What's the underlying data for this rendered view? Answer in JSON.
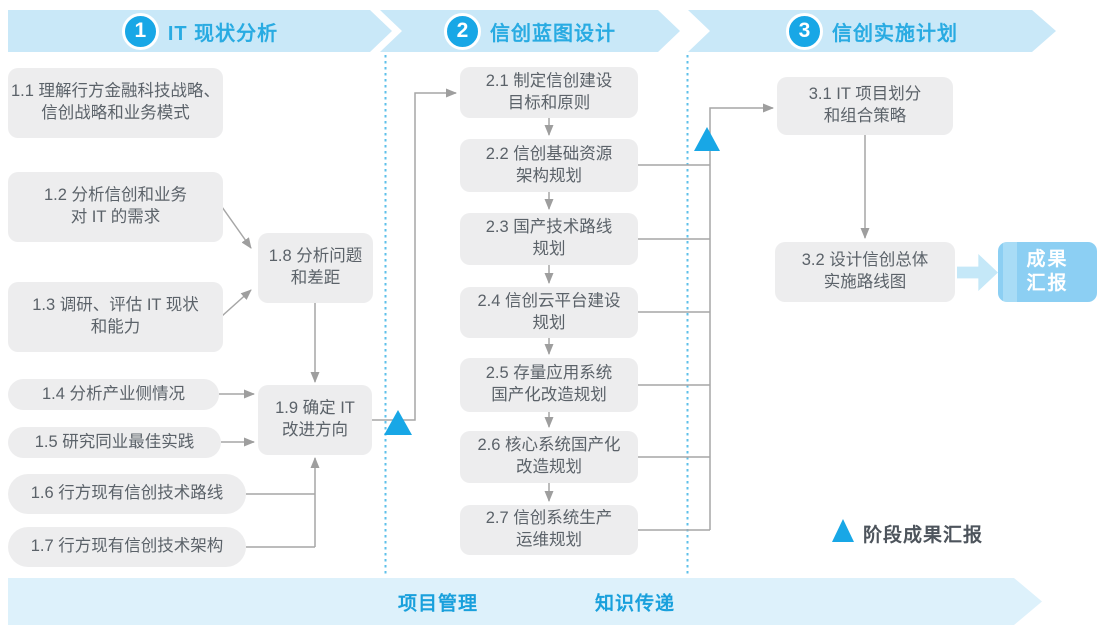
{
  "phases": [
    {
      "number": "1",
      "title": "IT 现状分析"
    },
    {
      "number": "2",
      "title": "信创蓝图设计"
    },
    {
      "number": "3",
      "title": "信创实施计划"
    }
  ],
  "boxes": {
    "b1_1": "1.1 理解行方金融科技战略、\n信创战略和业务模式",
    "b1_2": "1.2 分析信创和业务\n对 IT 的需求",
    "b1_3": "1.3 调研、评估 IT 现状\n和能力",
    "b1_4": "1.4 分析产业侧情况",
    "b1_5": "1.5 研究同业最佳实践",
    "b1_6": "1.6 行方现有信创技术路线",
    "b1_7": "1.7 行方现有信创技术架构",
    "b1_8": "1.8 分析问题\n和差距",
    "b1_9": "1.9 确定 IT\n改进方向",
    "b2_1": "2.1 制定信创建设\n目标和原则",
    "b2_2": "2.2 信创基础资源\n架构规划",
    "b2_3": "2.3 国产技术路线\n规划",
    "b2_4": "2.4 信创云平台建设\n规划",
    "b2_5": "2.5 存量应用系统\n国产化改造规划",
    "b2_6": "2.6 核心系统国产化\n改造规划",
    "b2_7": "2.7 信创系统生产\n运维规划",
    "b3_1": "3.1 IT 项目划分\n和组合策略",
    "b3_2": "3.2 设计信创总体\n实施路线图"
  },
  "report_box": "成果\n汇报",
  "legend": {
    "label": "阶段成果汇报"
  },
  "footer": {
    "items": [
      "项目管理",
      "知识传递"
    ]
  },
  "colors": {
    "accent_blue": "#18a7e6",
    "banner_bg": "#c9e8f8",
    "banner_text": "#29abe2",
    "footer_bg": "#ddf1fb",
    "footer_text": "#19a0dc",
    "step_box_bg": "#ededee",
    "step_box_text": "#5b6269",
    "connector_gray": "#a6a6a6",
    "divider_dashed_blue": "#5fc0ea",
    "report_box_bg": "#8ccff3",
    "block_arrow_bg": "#c5e8f8"
  }
}
